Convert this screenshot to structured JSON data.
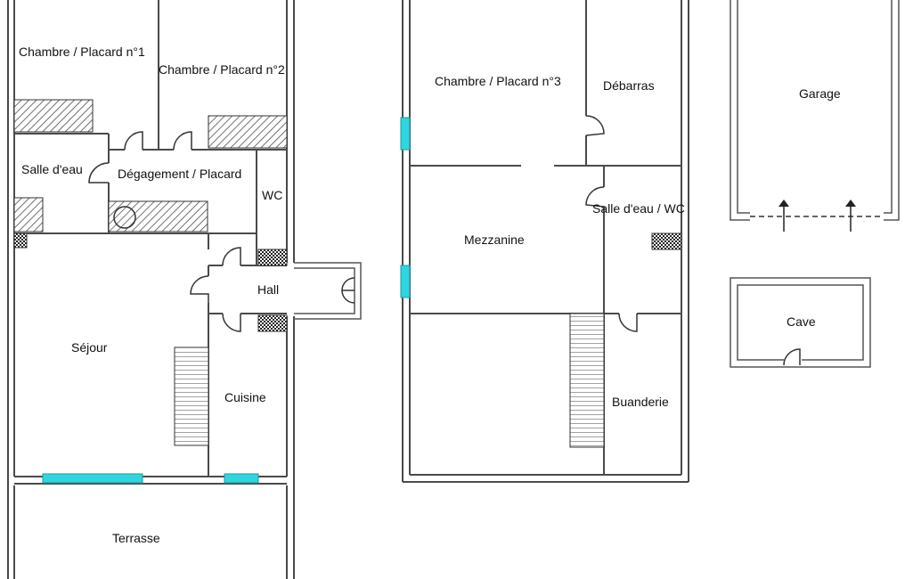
{
  "rooms": {
    "chambre1": "Chambre / Placard n°1",
    "chambre2": "Chambre / Placard n°2",
    "salle_eau": "Salle d'eau",
    "degagement": "Dégagement / Placard",
    "wc": "WC",
    "hall": "Hall",
    "sejour": "Séjour",
    "cuisine": "Cuisine",
    "terrasse": "Terrasse",
    "chambre3": "Chambre / Placard n°3",
    "debarras": "Débarras",
    "mezzanine": "Mezzanine",
    "salle_eau_wc": "Salle d'eau / WC",
    "buanderie": "Buanderie",
    "garage": "Garage",
    "cave": "Cave"
  },
  "colors": {
    "wall": "#4a4a4a",
    "window": "#2fd6e0",
    "background": "#ffffff"
  }
}
